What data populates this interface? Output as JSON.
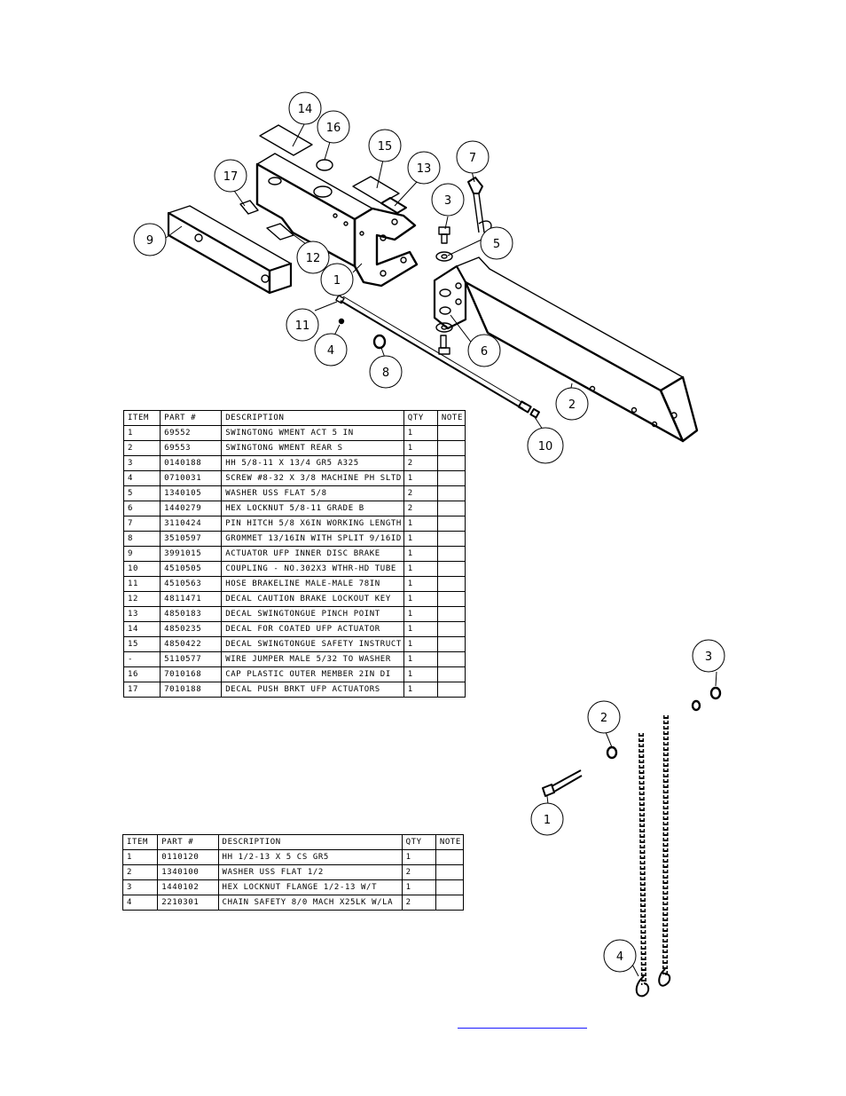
{
  "table1": {
    "headers": [
      "ITEM",
      "PART #",
      "DESCRIPTION",
      "QTY",
      "NOTE"
    ],
    "rows": [
      [
        "1",
        "69552",
        "SWINGTONG WMENT ACT 5 IN",
        "1",
        ""
      ],
      [
        "2",
        "69553",
        "SWINGTONG WMENT REAR S",
        "1",
        ""
      ],
      [
        "3",
        "0140188",
        "HH 5/8-11 X 13/4  GR5 A325",
        "2",
        ""
      ],
      [
        "4",
        "0710031",
        "SCREW #8-32 X 3/8 MACHINE PH SLTD",
        "1",
        ""
      ],
      [
        "5",
        "1340105",
        "WASHER USS FLAT 5/8",
        "2",
        ""
      ],
      [
        "6",
        "1440279",
        "HEX LOCKNUT 5/8-11 GRADE B",
        "2",
        ""
      ],
      [
        "7",
        "3110424",
        "PIN HITCH 5/8 X6IN WORKING LENGTH",
        "1",
        ""
      ],
      [
        "8",
        "3510597",
        "GROMMET 13/16IN  WITH SPLIT 9/16ID",
        "1",
        ""
      ],
      [
        "9",
        "3991015",
        "ACTUATOR UFP INNER  DISC BRAKE",
        "1",
        ""
      ],
      [
        "10",
        "4510505",
        "COUPLING - NO.302X3 WTHR-HD TUBE",
        "1",
        ""
      ],
      [
        "11",
        "4510563",
        "HOSE BRAKELINE MALE-MALE 78IN",
        "1",
        ""
      ],
      [
        "12",
        "4811471",
        "DECAL CAUTION BRAKE LOCKOUT KEY",
        "1",
        ""
      ],
      [
        "13",
        "4850183",
        "DECAL SWINGTONGUE PINCH POINT",
        "1",
        ""
      ],
      [
        "14",
        "4850235",
        "DECAL FOR COATED UFP ACTUATOR",
        "1",
        ""
      ],
      [
        "15",
        "4850422",
        "DECAL SWINGTONGUE SAFETY INSTRUCT",
        "1",
        ""
      ],
      [
        "-",
        "5110577",
        "WIRE JUMPER MALE 5/32 TO WASHER",
        "1",
        ""
      ],
      [
        "16",
        "7010168",
        "CAP  PLASTIC OUTER MEMBER 2IN DI",
        "1",
        ""
      ],
      [
        "17",
        "7010188",
        "DECAL PUSH BRKT UFP ACTUATORS",
        "1",
        ""
      ]
    ]
  },
  "table2": {
    "headers": [
      "ITEM",
      "PART #",
      "DESCRIPTION",
      "QTY",
      "NOTE"
    ],
    "rows": [
      [
        "1",
        "0110120",
        "HH 1/2-13 X 5 CS GR5",
        "1",
        ""
      ],
      [
        "2",
        "1340100",
        "WASHER USS FLAT 1/2",
        "2",
        ""
      ],
      [
        "3",
        "1440102",
        "HEX LOCKNUT FLANGE 1/2-13 W/T",
        "1",
        ""
      ],
      [
        "4",
        "2210301",
        "CHAIN SAFETY 8/0 MACH X25LK W/LA",
        "2",
        ""
      ]
    ]
  },
  "drawing1": {
    "balloons": [
      "14",
      "16",
      "15",
      "13",
      "7",
      "17",
      "3",
      "5",
      "9",
      "12",
      "1",
      "11",
      "4",
      "6",
      "8",
      "2",
      "10"
    ]
  },
  "drawing2": {
    "balloons": [
      "3",
      "2",
      "1",
      "4"
    ]
  },
  "colors": {
    "link": "#1a1aff",
    "line": "#000000"
  }
}
